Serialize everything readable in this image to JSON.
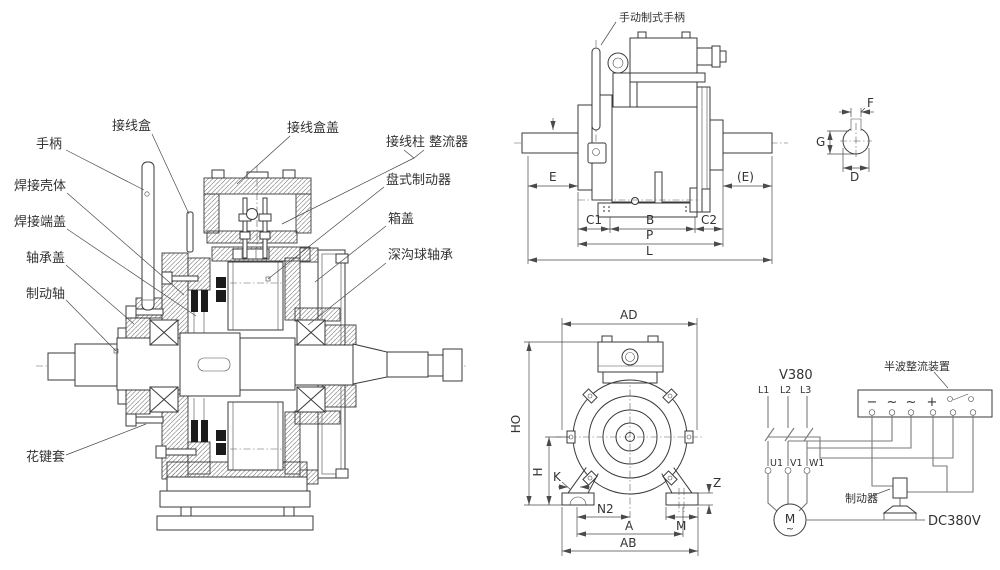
{
  "colors": {
    "background": "#ffffff",
    "line": "#3a3a3a",
    "wire": "#7a7a7a",
    "text": "#333333"
  },
  "main_view": {
    "labels": {
      "handle": "手柄",
      "welded_shell": "焊接壳体",
      "welded_end_cover": "焊接端盖",
      "bearing_cover": "轴承盖",
      "brake_shaft": "制动轴",
      "spline_sleeve": "花键套",
      "junction_box": "接线盒",
      "junction_box_cover": "接线盒盖",
      "terminal_post_rectifier": "接线柱 整流器",
      "disc_brake": "盘式制动器",
      "box_cover": "箱盖",
      "deep_groove_ball_bearing": "深沟球轴承"
    }
  },
  "side_view": {
    "manual_brake_handle_label": "手动制式手柄",
    "dims": {
      "e": "E",
      "e_paren": "(E)",
      "c1": "C1",
      "b": "B",
      "c2": "C2",
      "p": "P",
      "l": "L"
    }
  },
  "shaft_section": {
    "dims": {
      "f": "F",
      "g": "G",
      "d": "D"
    }
  },
  "front_view": {
    "dims": {
      "ad": "AD",
      "ho": "HO",
      "h": "H",
      "k": "K",
      "z": "Z",
      "n2": "N2",
      "a": "A",
      "m": "M",
      "ab": "AB"
    }
  },
  "wiring": {
    "supply_voltage": "V380",
    "phases": [
      "L1",
      "L2",
      "L3"
    ],
    "motor_terminals": [
      "U1",
      "V1",
      "W1"
    ],
    "rectifier_label": "半波整流装置",
    "rectifier_symbols": [
      "−",
      "~",
      "~",
      "+"
    ],
    "brake_label": "制动器",
    "dc_voltage": "DC380V",
    "motor_symbol": "M",
    "ac_tilde": "~"
  }
}
